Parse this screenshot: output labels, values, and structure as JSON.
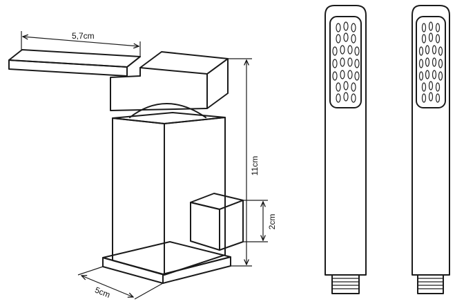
{
  "dimensions": {
    "spout_length": "5,7cm",
    "height": "11cm",
    "cartridge": "2cm",
    "base_width": "5cm"
  },
  "colors": {
    "line": "#1a1a1a",
    "background": "#ffffff"
  }
}
